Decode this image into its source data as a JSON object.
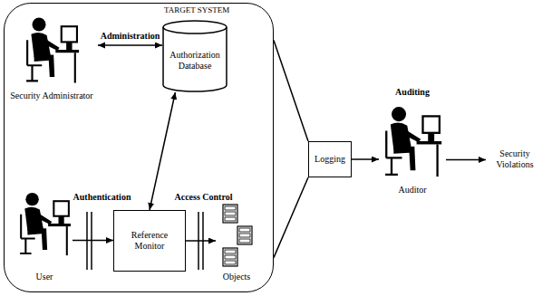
{
  "diagram": {
    "nodes": [
      {
        "text": [
          "TARGET SYSTEM"
        ]
      },
      {
        "text": [
          "Security Administrator"
        ],
        "in": 0
      },
      {
        "text": [
          "Authorization Database"
        ],
        "in": 0
      },
      {
        "text": [
          "User"
        ],
        "in": 0
      },
      {
        "text": [
          "Reference Monitor"
        ],
        "in": 0
      },
      {
        "text": [
          "Objects"
        ],
        "in": 0
      },
      {
        "text": [
          "Logging"
        ]
      },
      {
        "text": [
          "Auditing",
          "Auditor"
        ]
      },
      {
        "text": [
          "Security Violations"
        ]
      }
    ],
    "edges": [
      {
        "from": 1,
        "to": 2,
        "label": "Administration",
        "arrow": "both"
      },
      {
        "from": 2,
        "to": 4,
        "arrow": "both"
      },
      {
        "from": 3,
        "to": 4,
        "label": "Authentication",
        "arrow": "to"
      },
      {
        "from": 4,
        "to": 5,
        "label": "Access Control",
        "arrow": "to"
      },
      {
        "from": 0,
        "to": 6,
        "arrow": "none"
      },
      {
        "from": 6,
        "to": 7,
        "arrow": "to"
      },
      {
        "from": 7,
        "to": 8,
        "arrow": "to"
      }
    ]
  }
}
